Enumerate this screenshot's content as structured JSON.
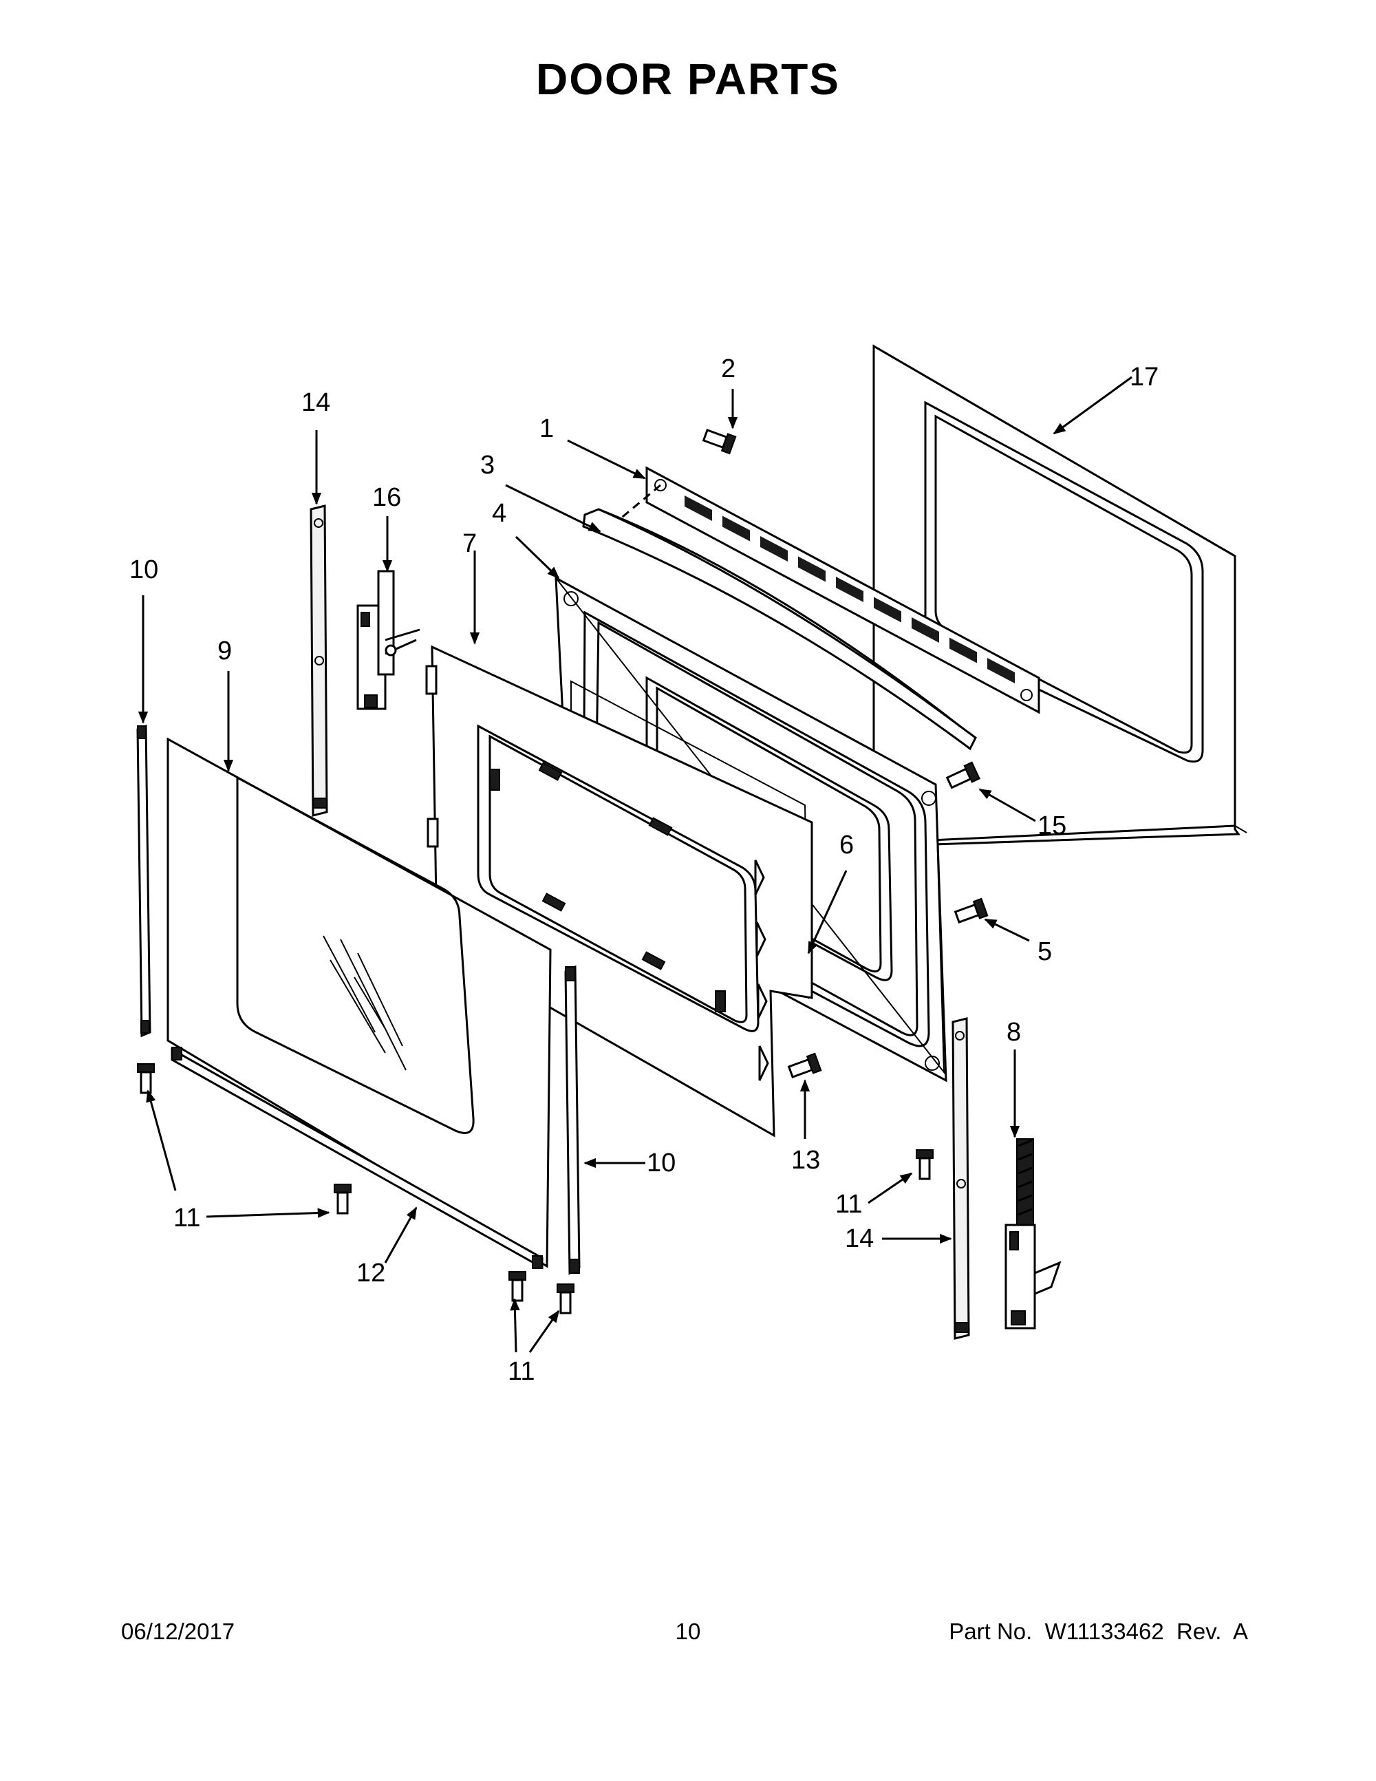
{
  "title": "DOOR PARTS",
  "footer": {
    "date": "06/12/2017",
    "page": "10",
    "part_no": "Part No.  W11133462  Rev.  A"
  },
  "callouts": [
    "1",
    "2",
    "3",
    "4",
    "5",
    "6",
    "7",
    "8",
    "9",
    "10",
    "10",
    "11",
    "11",
    "11",
    "11",
    "12",
    "13",
    "14",
    "14",
    "15",
    "16",
    "17"
  ]
}
